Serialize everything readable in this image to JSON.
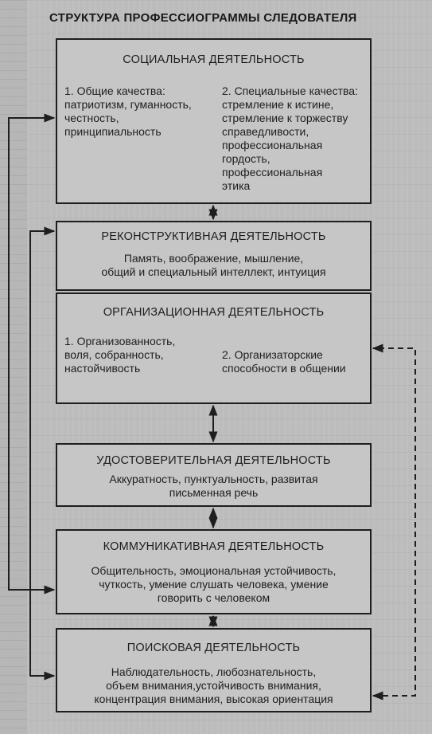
{
  "title": "СТРУКТУРА ПРОФЕССИОГРАММЫ СЛЕДОВАТЕЛЯ",
  "blocks": [
    {
      "title": "СОЦИАЛЬНАЯ ДЕЯТЕЛЬНОСТЬ",
      "left_text": "1. Общие качества:\nпатриотизм, гуманность,\nчестность,\nпринципиальность",
      "right_text": "2. Специальные качества:\nстремление к истине,\nстремление к торжеству\nсправедливости,\nпрофессиональная\nгордость,\nпрофессиональная\nэтика"
    },
    {
      "title": "РЕКОНСТРУКТИВНАЯ ДЕЯТЕЛЬНОСТЬ",
      "text": "Память, воображение, мышление,\nобщий и специальный интеллект, интуиция"
    },
    {
      "title": "ОРГАНИЗАЦИОННАЯ ДЕЯТЕЛЬНОСТЬ",
      "left_text": "1. Организованность,\nволя, собранность,\nнастойчивость",
      "right_text": "2. Организаторские\nспособности в общении"
    },
    {
      "title": "УДОСТОВЕРИТЕЛЬНАЯ ДЕЯТЕЛЬНОСТЬ",
      "text": "Аккуратность, пунктуальность, развитая\nписьменная речь"
    },
    {
      "title": "КОММУНИКАТИВНАЯ ДЕЯТЕЛЬНОСТЬ",
      "text": "Общительность, эмоциональная устойчивость,\nчуткость, умение слушать человека, умение\nговорить с человеком"
    },
    {
      "title": "ПОИСКОВАЯ ДЕЯТЕЛЬНОСТЬ",
      "text": "Наблюдательность, любознательность,\nобъем внимания,устойчивость внимания,\nконцентрация внимания, высокая ориентация"
    }
  ],
  "colors": {
    "line": "#1e1e1e",
    "box_fill": "#c6c6c6",
    "page": "#bcbcbc"
  }
}
